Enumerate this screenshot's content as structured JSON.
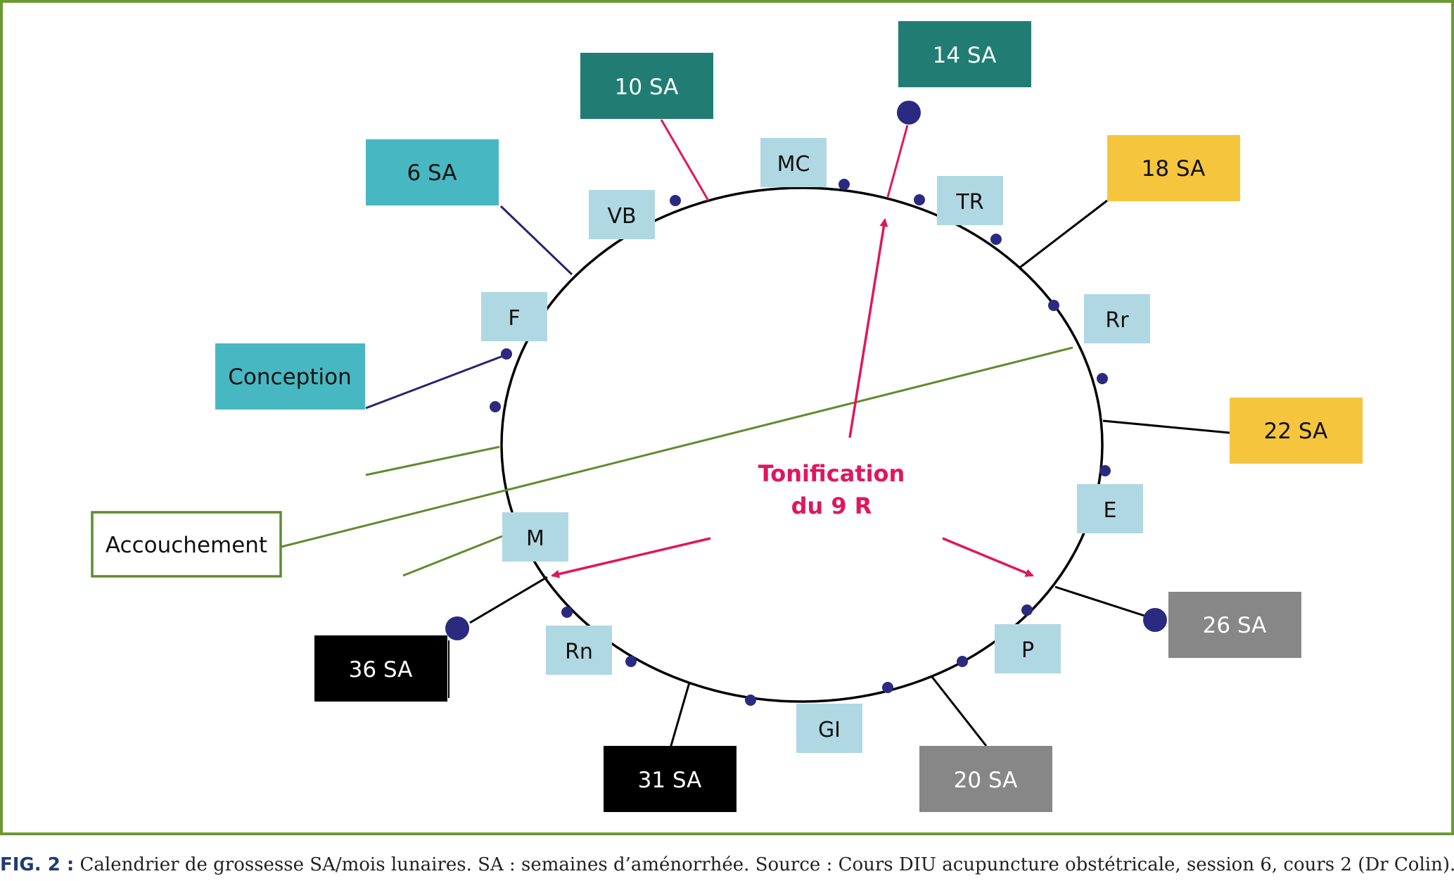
{
  "diagram": {
    "colors": {
      "frame": "#6b9a34",
      "teal_dark": "#217d74",
      "teal_light": "#47b8c2",
      "yellow": "#f5c53e",
      "grey": "#878787",
      "black": "#000000",
      "pale_blue": "#b0d8e3",
      "dot": "#2a2a80",
      "red": "#e0165d",
      "green_line": "#5f8c2d",
      "navy_line": "#24246e"
    },
    "week_labels": {
      "sa6": "6 SA",
      "sa10": "10 SA",
      "sa14": "14 SA",
      "sa18": "18 SA",
      "sa22": "22 SA",
      "sa26": "26 SA",
      "sa20": "20 SA",
      "sa31": "31 SA",
      "sa36": "36 SA"
    },
    "conception_label": "Conception",
    "accouchement_label": "Accouchement",
    "meridians": {
      "mc": "MC",
      "tr": "TR",
      "vb": "VB",
      "f": "F",
      "rr": "Rr",
      "e": "E",
      "m": "M",
      "p": "P",
      "rn": "Rn",
      "gi": "GI"
    },
    "center_label": {
      "line1": "Tonification",
      "line2": "du 9 R"
    }
  },
  "caption": {
    "fig_label": "FIG. 2 :",
    "text": "Calendrier de grossesse SA/mois lunaires. SA : semaines d’aménorrhée. Source : Cours DIU acupuncture obstétricale, session 6, cours 2 (Dr Colin)."
  }
}
